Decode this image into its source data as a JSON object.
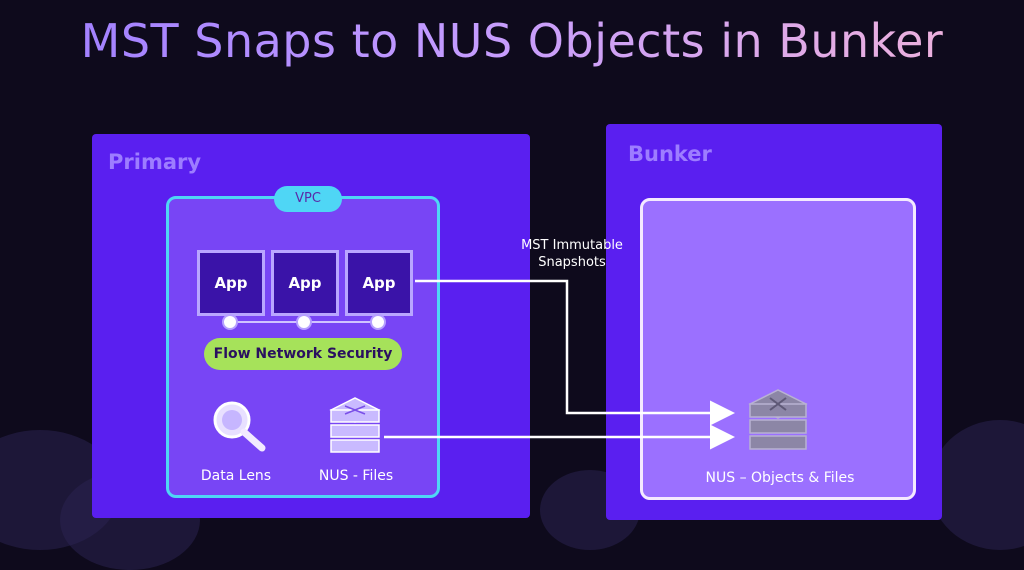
{
  "title": "MST Snaps to NUS Objects in Bunker",
  "primary": {
    "label": "Primary",
    "vpc_label": "VPC",
    "apps": [
      "App",
      "App",
      "App"
    ],
    "network_label": "Flow Network Security",
    "tools": [
      {
        "label": "Data Lens",
        "icon": "magnifier-icon"
      },
      {
        "label": "NUS - Files",
        "icon": "server-stack-icon"
      }
    ]
  },
  "bunker": {
    "label": "Bunker",
    "storage_label": "NUS – Objects & Files",
    "storage_icon": "server-stack-x-icon"
  },
  "connector": {
    "label_line1": "MST Immutable",
    "label_line2": "Snapshots"
  },
  "colors": {
    "panel": "#5a1ff0",
    "vpc_border": "#4fd6f5",
    "flow_pill": "#a6e25a",
    "title_gradient_start": "#9c7cff",
    "title_gradient_end": "#f2b4d8"
  }
}
